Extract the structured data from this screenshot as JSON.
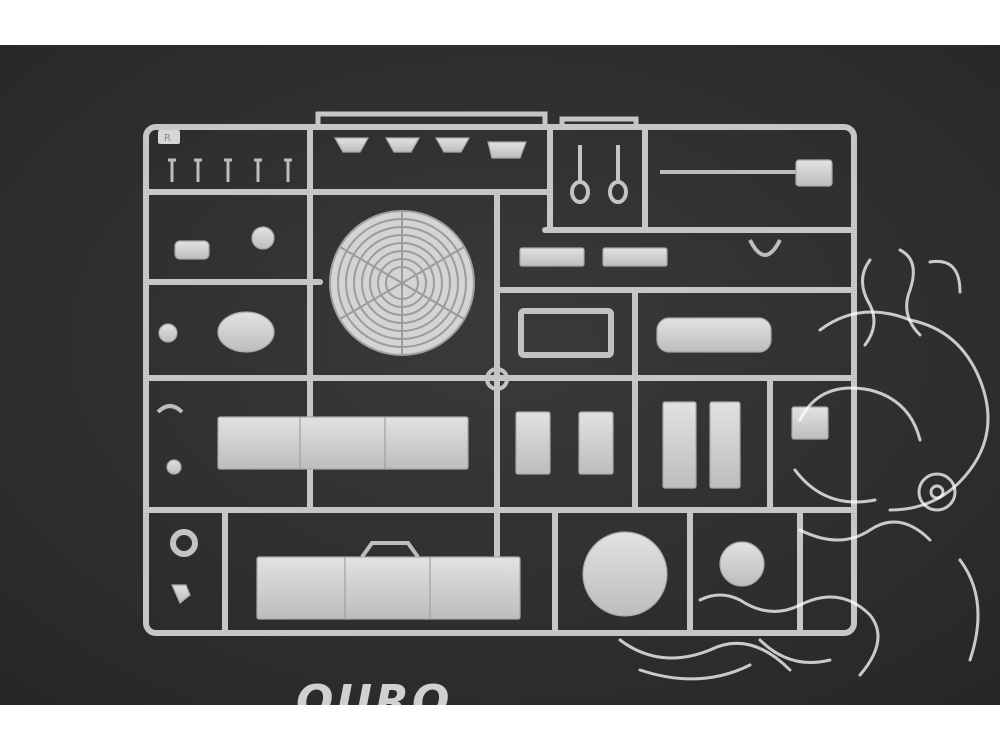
{
  "photo": {
    "subject": "plastic-model-sprue",
    "background_color": "#333333",
    "plastic_color": "#cfcfcf",
    "frame_side": "white"
  },
  "sprue": {
    "part_letter": "R"
  },
  "watermark": {
    "text": "OURO MODEL",
    "emblem": "dragon-head-logo"
  }
}
